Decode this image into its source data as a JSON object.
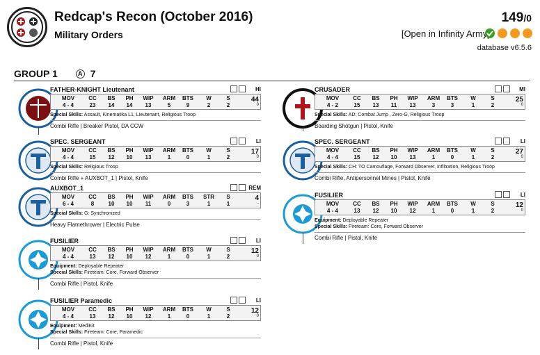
{
  "header": {
    "title": "Redcap's Recon (October 2016)",
    "subtitle": "Military Orders",
    "points": "149",
    "swc": "/0",
    "open_link": "[Open in Infinity Army]",
    "database": "database v6.5.6"
  },
  "group": {
    "label": "GROUP 1",
    "orders": "7"
  },
  "stat_headers": [
    "MOV",
    "CC",
    "BS",
    "PH",
    "WIP",
    "ARM",
    "BTS",
    "W",
    "S"
  ],
  "units": [
    {
      "name": "FATHER-KNIGHT Lieutenant",
      "type": "HI",
      "stats": [
        "4 - 4",
        "23",
        "14",
        "14",
        "13",
        "5",
        "9",
        "2",
        "2"
      ],
      "cost": "44",
      "swc": "0",
      "equipment": "",
      "skills": "Assault, Kinematika L1, Lieutenant, Religious Troop",
      "weapons": "Combi Rifle | Breaker Pistol, DA CCW"
    },
    {
      "name": "SPEC. SERGEANT",
      "type": "LI",
      "stats": [
        "4 - 4",
        "15",
        "12",
        "10",
        "13",
        "1",
        "0",
        "1",
        "2"
      ],
      "cost": "17",
      "swc": "0",
      "equipment": "",
      "skills": "Religious Troop",
      "weapons": "Combi Rifle + AUXBOT_1 | Pistol, Knife"
    },
    {
      "name": "AUXBOT_1",
      "type": "REM",
      "headers": [
        "MOV",
        "CC",
        "BS",
        "PH",
        "WIP",
        "ARM",
        "BTS",
        "STR",
        "S"
      ],
      "stats": [
        "6 - 4",
        "8",
        "10",
        "10",
        "11",
        "0",
        "3",
        "1",
        "1"
      ],
      "cost": "4",
      "swc": "-",
      "equipment": "",
      "skills": "G: Synchronized",
      "weapons": "Heavy Flamethrower | Electric Pulse"
    },
    {
      "name": "FUSILIER",
      "type": "LI",
      "stats": [
        "4 - 4",
        "13",
        "12",
        "10",
        "12",
        "1",
        "0",
        "1",
        "2"
      ],
      "cost": "12",
      "swc": "0",
      "equipment": "Deployable Repeater",
      "skills": "Fireteam: Core, Forward Observer",
      "weapons": "Combi Rifle | Pistol, Knife"
    },
    {
      "name": "FUSILIER Paramedic",
      "type": "LI",
      "stats": [
        "4 - 4",
        "13",
        "12",
        "10",
        "12",
        "1",
        "0",
        "1",
        "2"
      ],
      "cost": "12",
      "swc": "0",
      "equipment": "MediKit",
      "skills": "Fireteam: Core, Paramedic",
      "weapons": "Combi Rifle | Pistol, Knife"
    },
    {
      "name": "CRUSADER",
      "type": "MI",
      "stats": [
        "4 - 2",
        "15",
        "13",
        "11",
        "13",
        "3",
        "3",
        "1",
        "2"
      ],
      "cost": "25",
      "swc": "0",
      "equipment": "",
      "skills": "AD: Combat Jump , Zero-G, Religious Troop",
      "weapons": "Boarding Shotgun | Pistol, Knife"
    },
    {
      "name": "SPEC. SERGEANT",
      "type": "LI",
      "stats": [
        "4 - 4",
        "15",
        "12",
        "10",
        "13",
        "1",
        "0",
        "1",
        "2"
      ],
      "cost": "27",
      "swc": "0",
      "equipment": "",
      "skills": "CH: TO Camouflage, Forward Observer, Infiltration, Religious Troop",
      "weapons": "Combi Rifle, Antipersonnel Mines | Pistol, Knife"
    },
    {
      "name": "FUSILIER",
      "type": "LI",
      "stats": [
        "4 - 4",
        "13",
        "12",
        "10",
        "12",
        "1",
        "0",
        "1",
        "2"
      ],
      "cost": "12",
      "swc": "0",
      "equipment": "Deployable Repeater",
      "skills": "Fireteam: Core, Forward Observer",
      "weapons": "Combi Rifle | Pistol, Knife"
    }
  ],
  "labels": {
    "special_skills": "Special Skills:",
    "equipment": "Equipment:"
  },
  "colors": {
    "fusilier": "#1a9ad6",
    "templar": "#1a5fa0",
    "crusader_cross": "#b2121a"
  }
}
